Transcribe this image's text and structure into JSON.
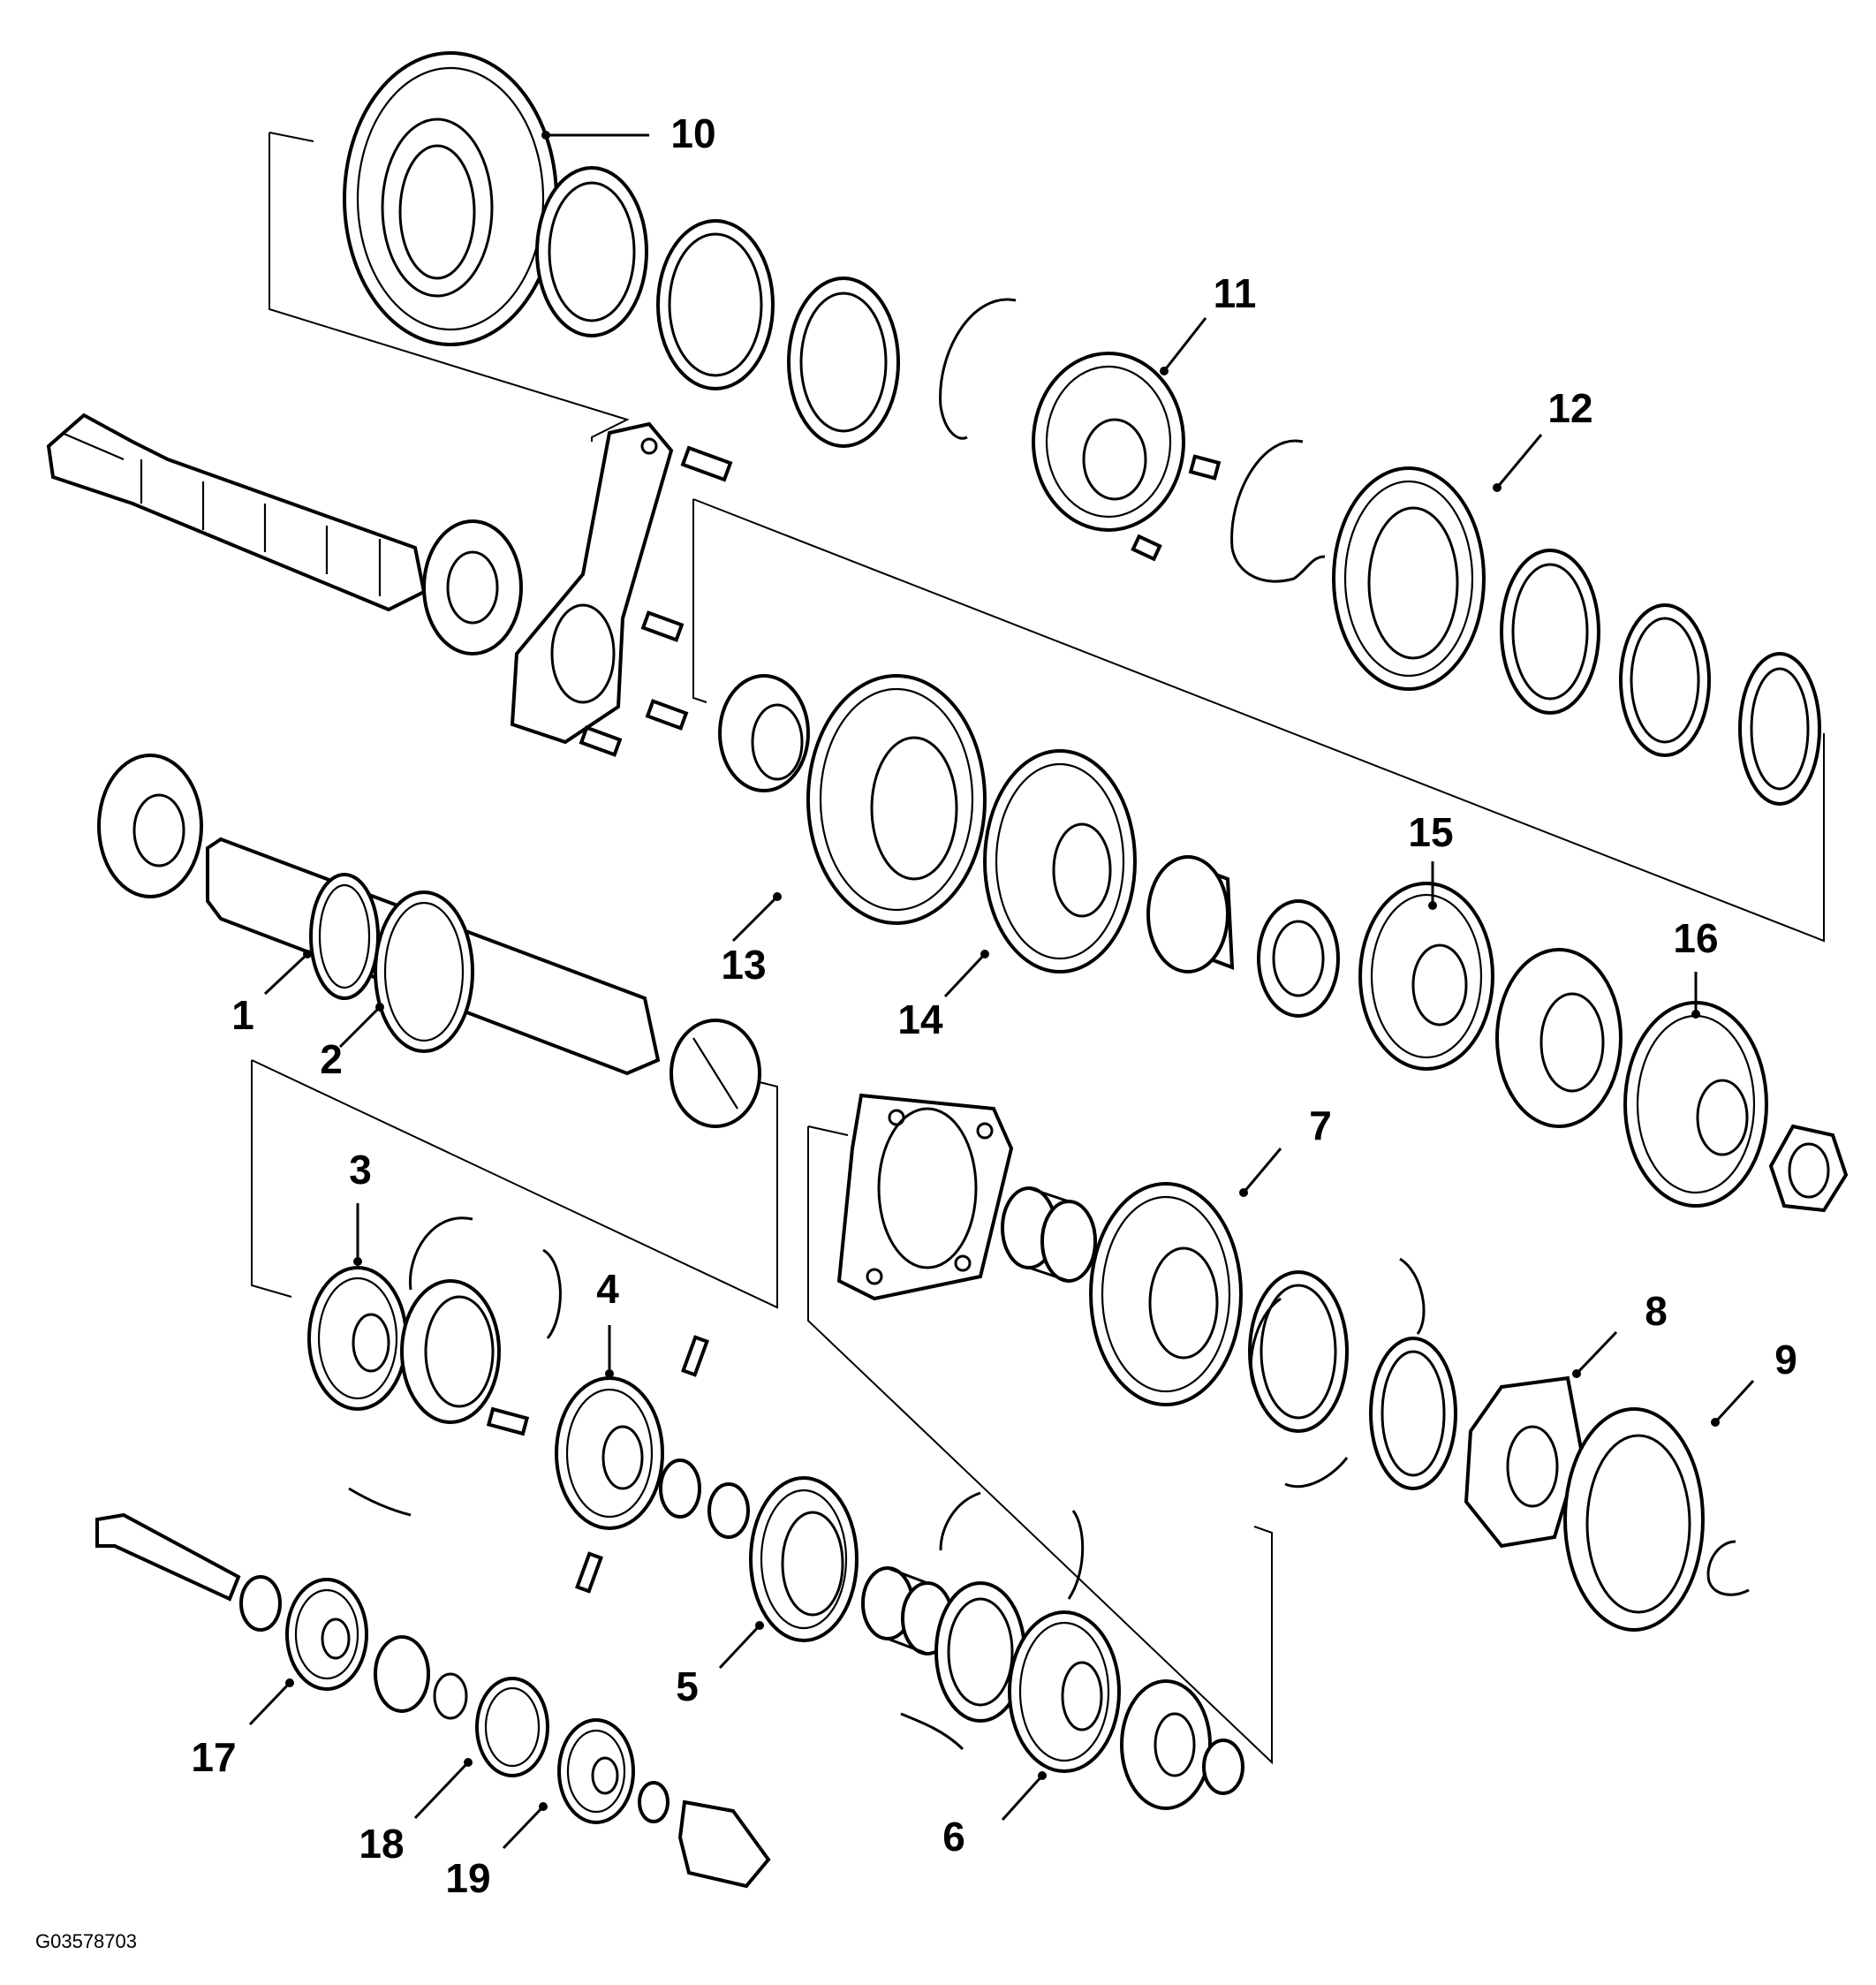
{
  "figure_code": "G03578703",
  "callouts": [
    {
      "id": "1",
      "label": "1"
    },
    {
      "id": "2",
      "label": "2"
    },
    {
      "id": "3",
      "label": "3"
    },
    {
      "id": "4",
      "label": "4"
    },
    {
      "id": "5",
      "label": "5"
    },
    {
      "id": "6",
      "label": "6"
    },
    {
      "id": "7",
      "label": "7"
    },
    {
      "id": "8",
      "label": "8"
    },
    {
      "id": "9",
      "label": "9"
    },
    {
      "id": "10",
      "label": "10"
    },
    {
      "id": "11",
      "label": "11"
    },
    {
      "id": "12",
      "label": "12"
    },
    {
      "id": "13",
      "label": "13"
    },
    {
      "id": "14",
      "label": "14"
    },
    {
      "id": "15",
      "label": "15"
    },
    {
      "id": "16",
      "label": "16"
    },
    {
      "id": "17",
      "label": "17"
    },
    {
      "id": "18",
      "label": "18"
    },
    {
      "id": "19",
      "label": "19"
    }
  ],
  "colors": {
    "line": "#000000",
    "background": "#ffffff"
  }
}
